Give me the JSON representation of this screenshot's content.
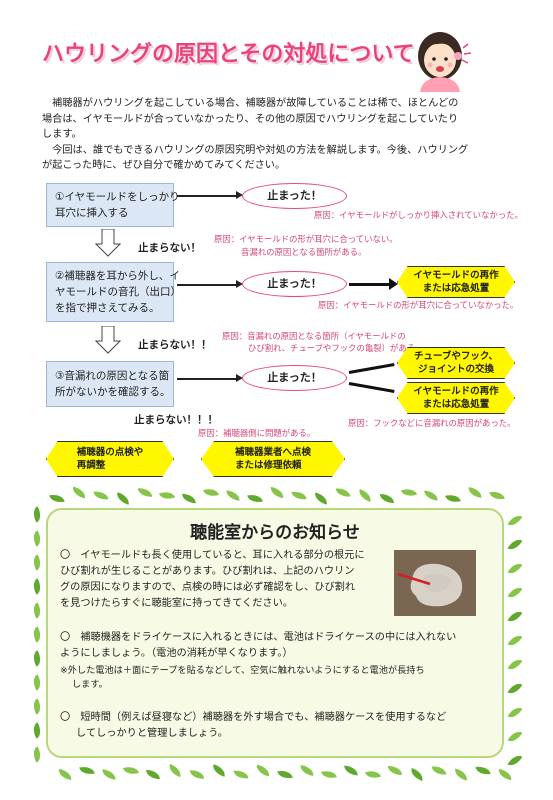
{
  "title": "ハウリングの原因とその対処について",
  "intro": {
    "line1": "　補聴器がハウリングを起こしている場合、補聴器が故障していることは稀で、ほとんどの",
    "line2": "場合は、イヤモールドが合っていなかったり、その他の原因でハウリングを起こしていたり",
    "line3": "します。",
    "line4": "　今回は、誰でもできるハウリングの原因究明や対処の方法を解説します。今後、ハウリング",
    "line5": "が起こった時に、ぜひ自分で確かめてみてください。"
  },
  "flow": {
    "step1": {
      "line1": "①イヤモールドをしっかり",
      "line2": "耳穴に挿入する"
    },
    "step2": {
      "line1": "②補聴器を耳から外し、イ",
      "line2": "ヤモールドの音孔（出口）",
      "line3": "を指で押さえてみる。"
    },
    "step3": {
      "line1": "③音漏れの原因となる箇",
      "line2": "所がないかを確認する。"
    },
    "stopped": "止まった！",
    "not_stopped_1": "止まらない！",
    "not_stopped_2": "止まらない！！",
    "not_stopped_3": "止まらない！！！",
    "cause1": "原因：イヤモールドがしっかり挿入されていなかった。",
    "cause_ns1_line1": "原因：イヤモールドの形が耳穴に合っていない。",
    "cause_ns1_line2": "音漏れの原因となる箇所がある。",
    "cause2": "原因：イヤモールドの形が耳穴に合っていなかった。",
    "cause_ns2_line1": "原因：音漏れの原因となる箇所（イヤモールドの",
    "cause_ns2_line2": "ひび割れ、チューブやフックの亀裂）がある。",
    "cause3": "原因：フックなどに音漏れの原因があった。",
    "cause_ns3": "原因：補聴器側に問題がある。",
    "action_remake": {
      "line1": "イヤモールドの再作",
      "line2": "または応急処置"
    },
    "action_replace": {
      "line1": "チューブやフック、",
      "line2": "ジョイントの交換"
    },
    "action_remake2": {
      "line1": "イヤモールドの再作",
      "line2": "または応急処置"
    },
    "action_check": {
      "line1": "補聴器の点検や",
      "line2": "再調整"
    },
    "action_repair": {
      "line1": "補聴器業者へ点検",
      "line2": "または修理依頼"
    }
  },
  "notice": {
    "title": "聴能室からのお知らせ",
    "p1_line1": "〇　イヤモールドも長く使用していると、耳に入れる部分の根元に",
    "p1_line2": "ひび割れが生じることがあります。ひび割れは、上記のハウリン",
    "p1_line3": "グの原因になりますので、点検の時には必ず確認をし、ひび割れ",
    "p1_line4": "を見つけたらすぐに聴能室に持ってきてください。",
    "p2_line1": "〇　補聴機器をドライケースに入れるときには、電池はドライケースの中には入れない",
    "p2_line2": "ようにしましょう。（電池の消耗が早くなります。）",
    "p2_note_line1": "※外した電池は＋面にテープを貼るなどして、空気に触れないようにすると電池が長持ち",
    "p2_note_line2": "します。",
    "p3_line1": "〇　短時間（例えば昼寝など）補聴器を外す場合でも、補聴器ケースを使用するなど",
    "p3_line2": "してしっかりと管理しましょう。"
  },
  "colors": {
    "title": "#e8447a",
    "oval_border": "#e8448a",
    "hex_fill": "#fff700",
    "box_fill": "#dbe7f5",
    "notice_border": "#b8d77c"
  }
}
